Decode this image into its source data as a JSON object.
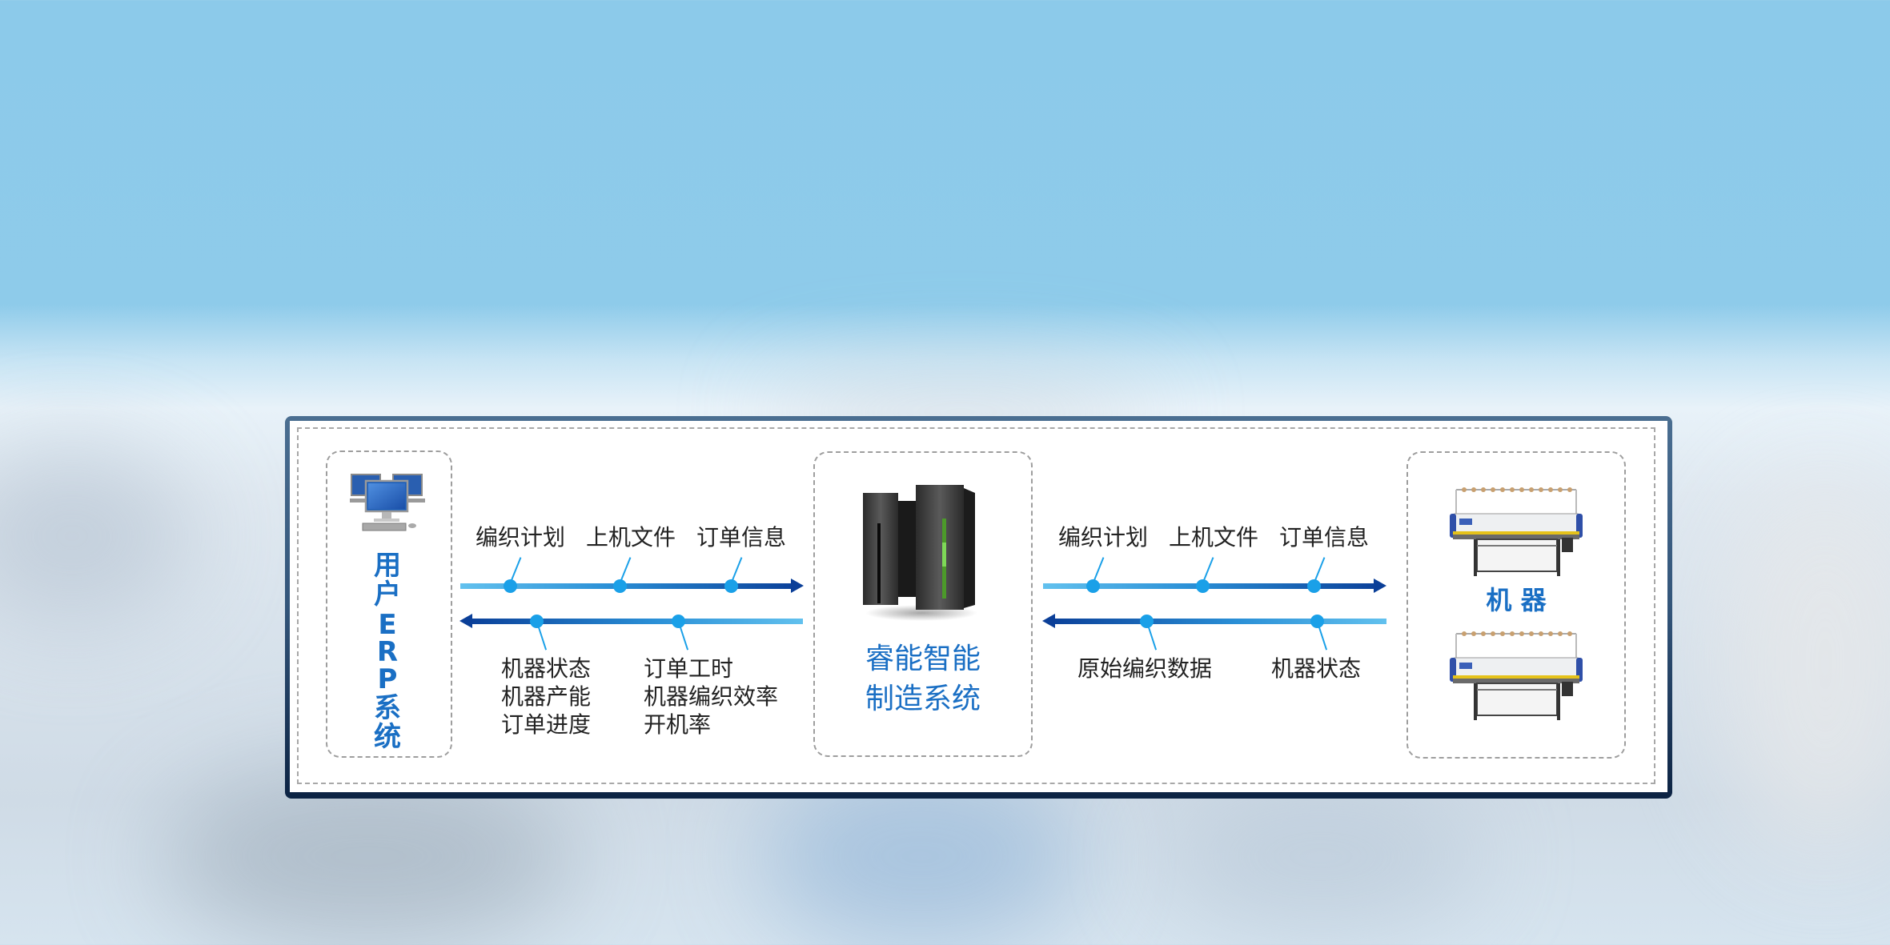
{
  "background": {
    "sky_color": "#8ccaea",
    "lower_color": "#d6e4ef"
  },
  "frame": {
    "border_top_color": "#4a6e91",
    "border_bottom_color": "#0c2343"
  },
  "colors": {
    "accent_blue": "#1a6fc4",
    "line_light": "#62c1ee",
    "line_dark": "#0b419a",
    "dot": "#1aa0e8",
    "dash": "#a0a0a0"
  },
  "left_node": {
    "icon": "computer-network-icon",
    "title_chars": [
      "用",
      "户",
      "E",
      "R",
      "P",
      "系",
      "统"
    ],
    "title": "用户ERP系统"
  },
  "center_node": {
    "icon": "server-icon",
    "title_line1": "睿能智能",
    "title_line2": "制造系统"
  },
  "right_node": {
    "icon": "knitting-machine-icon",
    "title": "机 器"
  },
  "left_link": {
    "forward_labels": [
      "编织计划",
      "上机文件",
      "订单信息"
    ],
    "back_labels_col1": [
      "机器状态",
      "机器产能",
      "订单进度"
    ],
    "back_labels_col2": [
      "订单工时",
      "机器编织效率",
      "开机率"
    ]
  },
  "right_link": {
    "forward_labels": [
      "编织计划",
      "上机文件",
      "订单信息"
    ],
    "back_labels": [
      "原始编织数据",
      "机器状态"
    ]
  }
}
